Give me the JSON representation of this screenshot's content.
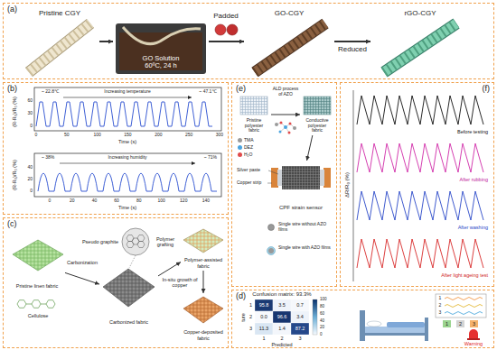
{
  "diagram": {
    "nodes": [
      {
        "text": [
          "(a)"
        ]
      },
      {
        "text": [
          "Pristine CGY"
        ],
        "in": 0
      },
      {
        "text": [
          "GO Solution",
          "60ºC, 24 h"
        ],
        "in": 0
      },
      {
        "text": [
          "GO-CGY"
        ],
        "in": 0
      },
      {
        "text": [
          "rGO-CGY"
        ],
        "in": 0
      },
      {
        "text": [
          "(b)"
        ]
      },
      {
        "text": [
          "(c)"
        ]
      },
      {
        "text": [
          "Pristine linen fabric"
        ],
        "in": 6
      },
      {
        "text": [
          "Carbonized fabric"
        ],
        "in": 6
      },
      {
        "text": [
          "Polymer-assisted fabric"
        ],
        "in": 6
      },
      {
        "text": [
          "Copper-deposited fabric"
        ],
        "in": 6
      },
      {
        "text": [
          "(d)"
        ]
      },
      {
        "text": [
          "(e)"
        ]
      },
      {
        "text": [
          "Pristine polyester fabric"
        ],
        "in": 12
      },
      {
        "text": [
          "Conductive polyester fabric"
        ],
        "in": 12
      },
      {
        "text": [
          "CPF strain sensor"
        ],
        "in": 12
      },
      {
        "text": [
          "(f)"
        ]
      }
    ],
    "edges": [
      {
        "from": 1,
        "to": 2,
        "arrow": "to"
      },
      {
        "from": 2,
        "to": 3,
        "label": "Padded",
        "arrow": "to"
      },
      {
        "from": 3,
        "to": 4,
        "label": "Reduced",
        "arrow": "to"
      },
      {
        "from": 7,
        "to": 8,
        "label": "Carbonization",
        "arrow": "to"
      },
      {
        "from": 8,
        "to": 9,
        "label": "Polymer grafting",
        "arrow": "to"
      },
      {
        "from": 9,
        "to": 10,
        "label": "In-situ growth of copper",
        "arrow": "to"
      },
      {
        "from": 13,
        "to": 14,
        "label": "ALD process of AZO",
        "arrow": "to"
      },
      {
        "from": 14,
        "to": 15,
        "arrow": "to"
      }
    ],
    "labels": [
      "~ 22.8℃",
      "Increasing temperature",
      "~ 47.1℃",
      "(R-R₀)/R₀ (%)",
      "0",
      "30",
      "60",
      "0",
      "50",
      "100",
      "150",
      "200",
      "250",
      "300",
      "Time (s)",
      "~ 38%",
      "Increasing humidity",
      "~ 71%",
      "(R-R₀)/R₀ (%)",
      "0",
      "20",
      "40",
      "0",
      "20",
      "40",
      "60",
      "80",
      "100",
      "120",
      "140",
      "Time (s)",
      "Cellulose",
      "Pseudo graphite",
      "Confusion matrix: 93.3%",
      "95.8",
      "3.5",
      "0.7",
      "0.0",
      "96.6",
      "3.4",
      "11.3",
      "1.4",
      "87.2",
      "1",
      "2",
      "3",
      "1",
      "2",
      "3",
      "ture",
      "Predicted",
      "100",
      "80",
      "60",
      "40",
      "20",
      "0",
      "1",
      "2",
      "3",
      "1",
      "2",
      "3",
      "Warning",
      "Silver paste",
      "Copper strip",
      "Single wire without AZO films",
      "Single wire with AZO films",
      "ΔR/R₀ (%)",
      "Before testing",
      "After rubbing",
      "After washing",
      "After light ageing test"
    ],
    "legend": [
      {
        "text": "TMA",
        "color": "#9a9a9a"
      },
      {
        "text": "DEZ",
        "color": "#4aa3df"
      },
      {
        "text": "H₂O",
        "color": "#e04b4b"
      }
    ]
  }
}
